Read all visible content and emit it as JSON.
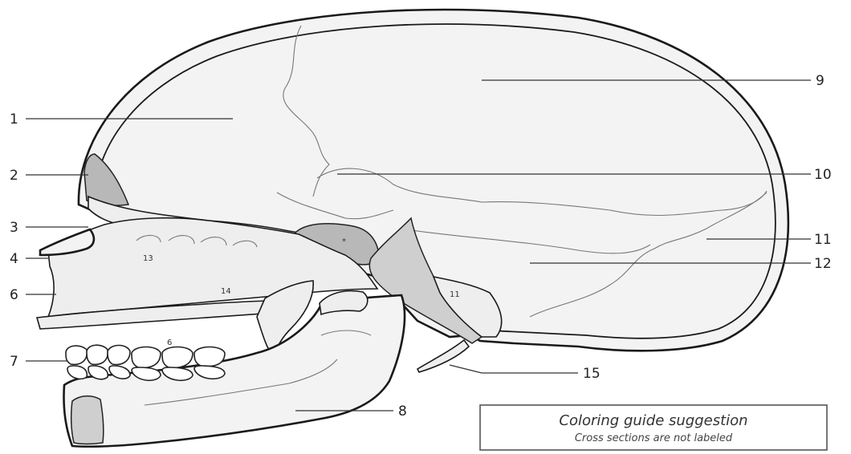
{
  "labels": {
    "l1": "1",
    "l2": "2",
    "l3": "3",
    "l4": "4",
    "l6": "6",
    "l7": "7",
    "l8": "8",
    "l9": "9",
    "l10": "10",
    "l11": "11",
    "l12": "12",
    "l15": "15"
  },
  "inner_labels": {
    "i13": "13",
    "i14": "14",
    "i11": "11",
    "i6": "6"
  },
  "guide": {
    "title": "Coloring guide suggestion",
    "subtitle": "Cross sections are not labeled"
  }
}
